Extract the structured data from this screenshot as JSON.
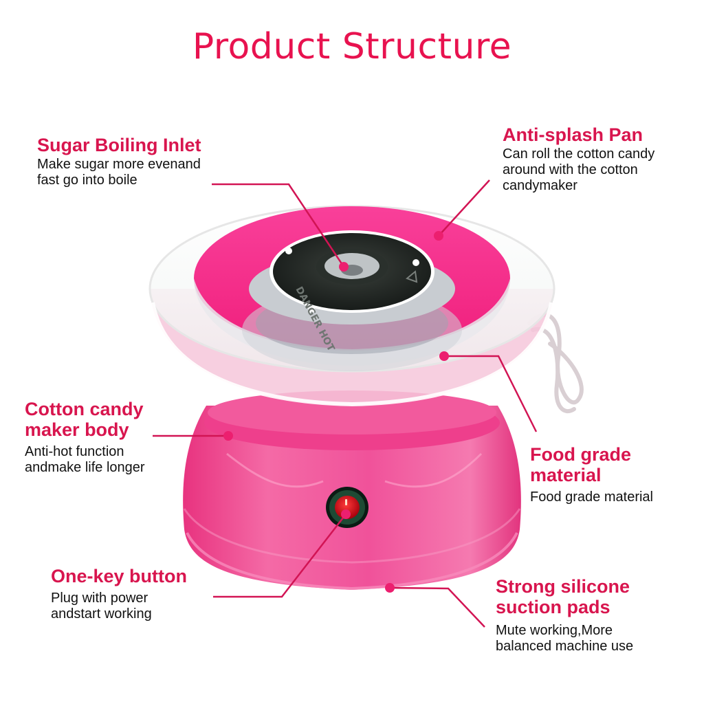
{
  "page": {
    "title": "Product Structure",
    "accent_color": "#e8124f",
    "heading_color": "#d8154e",
    "text_color": "#111111"
  },
  "product": {
    "name": "cotton-candy-maker",
    "body_color": "#f0468f",
    "bowl_color": "#f22d84",
    "head_color": "#1e2420",
    "head_label": "DANGER HOT",
    "button_color": "#d0101c"
  },
  "callouts": {
    "sugar_inlet": {
      "heading": "Sugar Boiling Inlet",
      "desc_line1": "Make sugar more evenand",
      "desc_line2": "fast go into boile"
    },
    "anti_splash_pan": {
      "heading": "Anti-splash Pan",
      "desc_line1": "Can roll the cotton candy",
      "desc_line2": "around with the cotton",
      "desc_line3": "candymaker"
    },
    "maker_body": {
      "heading_line1": "Cotton candy",
      "heading_line2": "maker body",
      "desc_line1": "Anti-hot function",
      "desc_line2": "andmake life longer"
    },
    "food_grade": {
      "heading_line1": "Food grade",
      "heading_line2": "material",
      "desc_line1": "Food grade material"
    },
    "one_key_button": {
      "heading": "One-key button",
      "desc_line1": "Plug with power",
      "desc_line2": "andstart working"
    },
    "suction_pads": {
      "heading_line1": "Strong silicone",
      "heading_line2": "suction pads",
      "desc_line1": "Mute working,More",
      "desc_line2": "balanced machine use"
    }
  }
}
